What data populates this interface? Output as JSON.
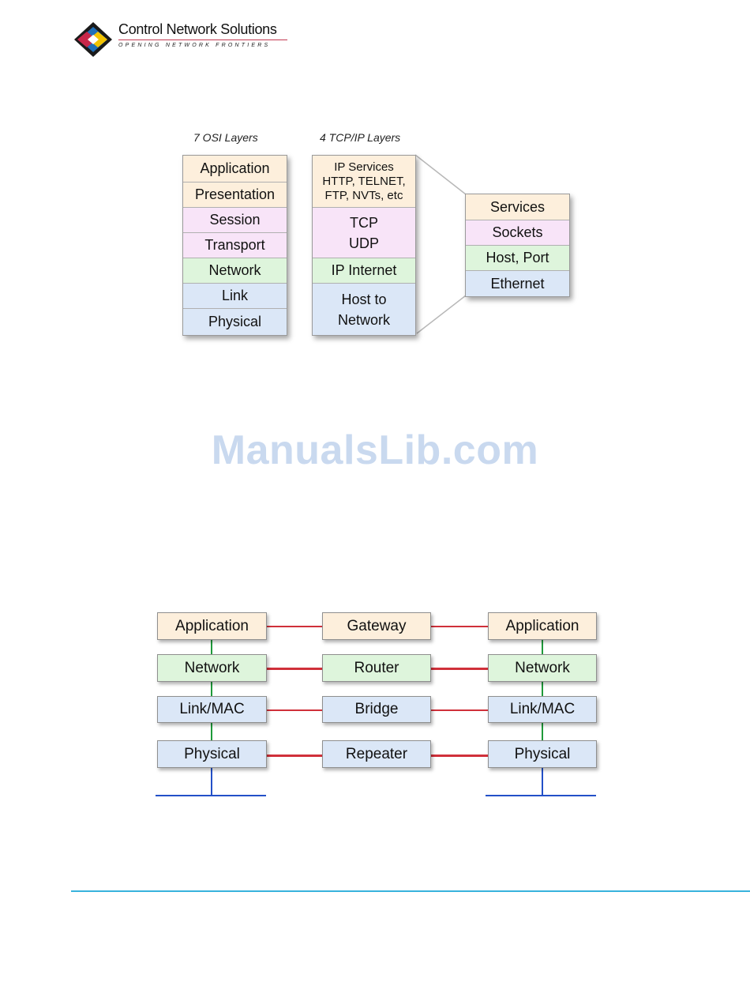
{
  "header": {
    "brand_name": "Control Network Solutions",
    "brand_tagline": "OPENING NETWORK FRONTIERS",
    "logo_colors": {
      "outer": "#1a1a1a",
      "red": "#c8274a",
      "yellow": "#f3c300",
      "blue": "#1f6fb8"
    }
  },
  "figure1": {
    "osi_title": "7 OSI Layers",
    "tcpip_title": "4 TCP/IP Layers",
    "osi_layers": [
      "Application",
      "Presentation",
      "Session",
      "Transport",
      "Network",
      "Link",
      "Physical"
    ],
    "tcpip_layers": {
      "services": [
        "IP Services",
        "HTTP, TELNET,",
        "FTP, NVTs, etc"
      ],
      "transport": [
        "TCP",
        "UDP"
      ],
      "internet": "IP Internet",
      "host": [
        "Host to",
        "Network"
      ]
    },
    "detail_layers": [
      "Services",
      "Sockets",
      "Host, Port",
      "Ethernet"
    ]
  },
  "watermark": "ManualsLib.com",
  "figure2": {
    "left_stack": [
      "Application",
      "Network",
      "Link/MAC",
      "Physical"
    ],
    "middle_devices": [
      "Gateway",
      "Router",
      "Bridge",
      "Repeater"
    ],
    "right_stack": [
      "Application",
      "Network",
      "Link/MAC",
      "Physical"
    ]
  },
  "colors": {
    "peach": "#fdefdc",
    "pink": "#f8e4f8",
    "green": "#def5dc",
    "blue": "#dbe7f7",
    "link_red": "#d0303a",
    "link_green": "#1f9a3a",
    "link_blue": "#2350c8",
    "footer_rule": "#38b3dc"
  }
}
